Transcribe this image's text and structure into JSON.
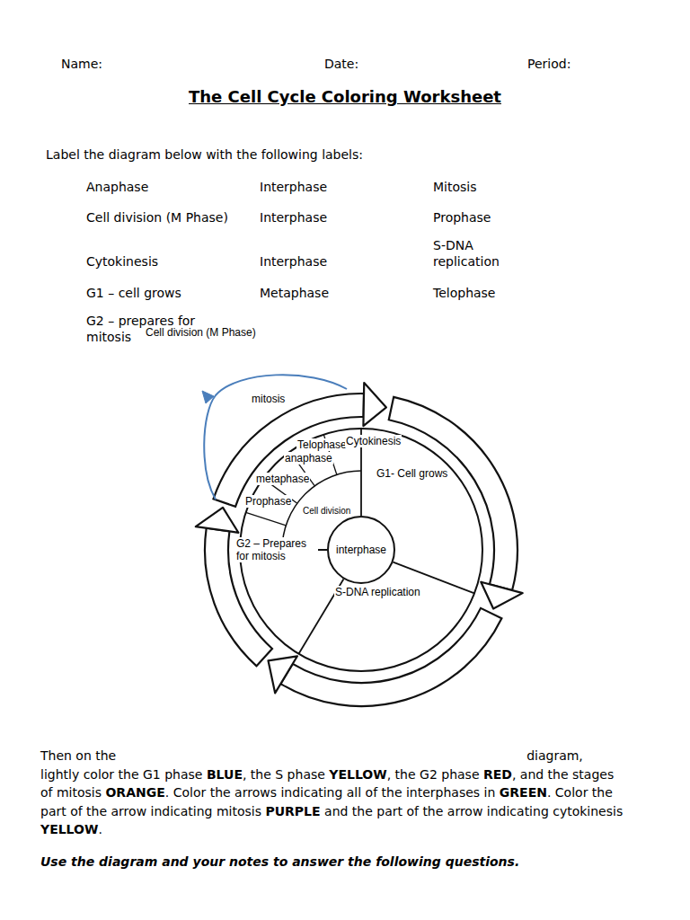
{
  "diagram": {
    "title": "The Cell Cycle Coloring Worksheet",
    "nodes": [
      {
        "text": [
          "interphase"
        ]
      },
      {
        "text": [
          "G1- Cell grows"
        ]
      },
      {
        "text": [
          "S-DNA replication"
        ]
      },
      {
        "text": [
          "G2 – Prepares for mitosis"
        ]
      },
      {
        "text": [
          "Cell division"
        ]
      }
    ],
    "labels": [
      "Name:",
      "Date:",
      "Period:",
      "Label the diagram below with the following labels:",
      "Anaphase",
      "Interphase",
      "Mitosis",
      "Cell division (M Phase)",
      "Interphase",
      "Prophase",
      "Cytokinesis",
      "Interphase",
      "S-DNA replication",
      "G1 – cell grows",
      "Metaphase",
      "Telophase",
      "G2 – prepares for mitosis",
      "Cell division (M Phase)",
      "mitosis",
      "Telophase",
      "Cytokinesis",
      "anaphase",
      "metaphase",
      "Prophase",
      "Then on the",
      "diagram,",
      "lightly color the G1 phase",
      "BLUE",
      ", the S phase",
      "YELLOW",
      ", the G2 phase",
      "RED",
      ", and the stages of mitosis",
      "ORANGE",
      ". Color the arrows indicating all of the interphases in",
      "GREEN",
      ". Color the part of the arrow indicating mitosis",
      "PURPLE",
      "and the part of the arrow indicating cytokinesis",
      "YELLOW",
      ".",
      "Use the diagram and your notes to answer the following questions."
    ]
  }
}
